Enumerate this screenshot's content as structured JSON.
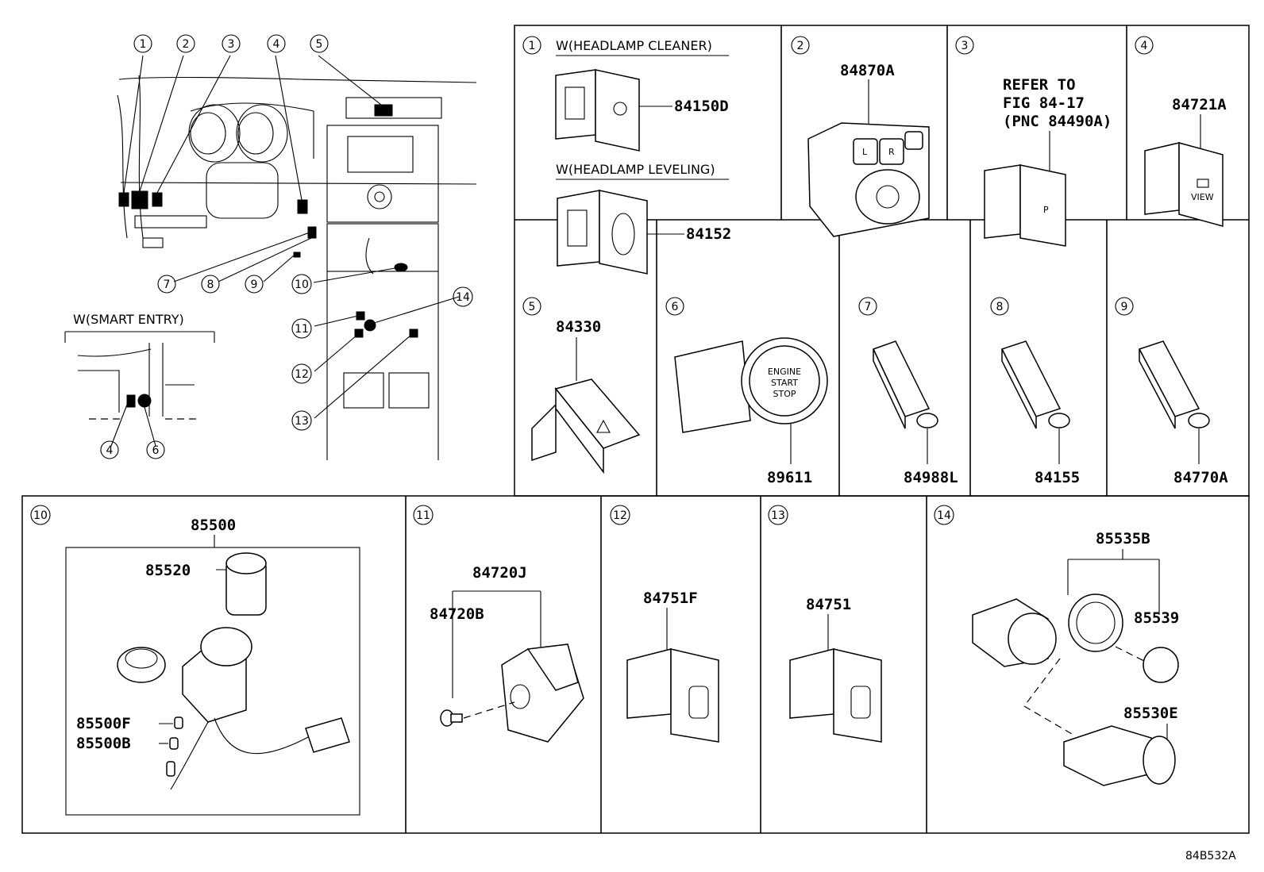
{
  "diagram_id": "84B532A",
  "overview": {
    "smart_entry_label": "W(SMART ENTRY)",
    "callouts": [
      "1",
      "2",
      "3",
      "4",
      "5",
      "6",
      "7",
      "8",
      "9",
      "10",
      "11",
      "12",
      "13",
      "14"
    ],
    "inset_callouts": [
      "4",
      "6"
    ]
  },
  "panels": [
    {
      "num": "1",
      "sub": [
        {
          "caption": "W(HEADLAMP CLEANER)",
          "part": "84150D"
        },
        {
          "caption": "W(HEADLAMP LEVELING)",
          "part": "84152"
        }
      ]
    },
    {
      "num": "2",
      "part": "84870A",
      "knob_labels": [
        "L",
        "R"
      ]
    },
    {
      "num": "3",
      "refer": [
        "REFER TO",
        "FIG 84-17",
        "(PNC 84490A)"
      ]
    },
    {
      "num": "4",
      "part": "84721A",
      "button_text": "VIEW"
    },
    {
      "num": "5",
      "part": "84330"
    },
    {
      "num": "6",
      "part": "89611",
      "button_text": [
        "ENGINE",
        "START",
        "STOP"
      ]
    },
    {
      "num": "7",
      "part": "84988L"
    },
    {
      "num": "8",
      "part": "84155"
    },
    {
      "num": "9",
      "part": "84770A"
    },
    {
      "num": "10",
      "parts": [
        "85500",
        "85520",
        "85500F",
        "85500B"
      ]
    },
    {
      "num": "11",
      "parts": [
        "84720J",
        "84720B"
      ]
    },
    {
      "num": "12",
      "part": "84751F"
    },
    {
      "num": "13",
      "part": "84751"
    },
    {
      "num": "14",
      "parts": [
        "85535B",
        "85539",
        "85530E"
      ]
    }
  ]
}
